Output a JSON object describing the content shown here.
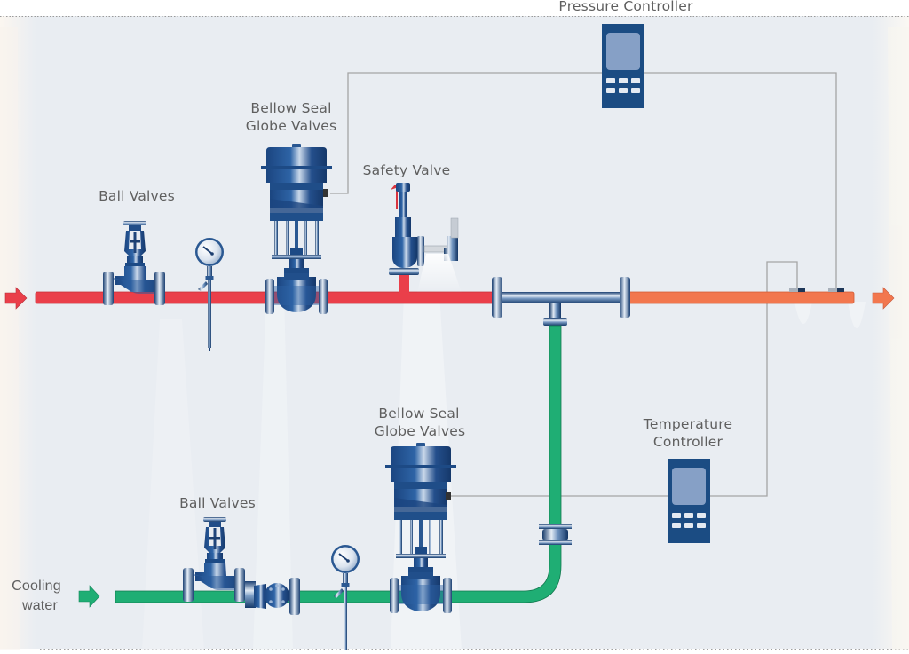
{
  "diagram": {
    "type": "process-flow",
    "title": "Heat exchange / pressure & temperature control loop",
    "colors": {
      "background": "#e9edf2",
      "hot_pipe": "#ea3f4a",
      "outlet_pipe": "#f2774e",
      "cooling_pipe": "#1fae74",
      "valve_body": "#1d4f8a",
      "controller_body": "#1b4c83",
      "controller_screen": "#86a0c6",
      "signal_line": "#a5a5a5",
      "label_text": "#5f5f5f"
    },
    "labels": {
      "pressure_controller": "Pressure Controller",
      "bellow_top_line1": "Bellow Seal",
      "bellow_top_line2": "Globe Valves",
      "safety_valve": "Safety Valve",
      "ball_valves_top": "Ball Valves",
      "temperature_line1": "Temperature",
      "temperature_line2": "Controller",
      "bellow_bottom_line1": "Bellow Seal",
      "bellow_bottom_line2": "Globe Valves",
      "ball_valves_bottom": "Ball Valves",
      "cooling_line1": "Cooling",
      "cooling_line2": "water"
    },
    "nodes": [
      {
        "id": "inlet-arrow-hot",
        "kind": "flow-arrow",
        "line": "hot"
      },
      {
        "id": "ball-valve-top",
        "kind": "ball-valve",
        "label": "Ball Valves",
        "line": "hot"
      },
      {
        "id": "pressure-gauge-top",
        "kind": "gauge",
        "line": "hot"
      },
      {
        "id": "bellow-valve-top",
        "kind": "bellow-seal-globe-valve",
        "label": "Bellow Seal Globe Valves",
        "line": "hot"
      },
      {
        "id": "safety-valve",
        "kind": "safety-valve",
        "label": "Safety Valve",
        "line": "hot"
      },
      {
        "id": "tee-junction",
        "kind": "tee",
        "line": "hot/cooling"
      },
      {
        "id": "pressure-sensor",
        "kind": "sensor",
        "line": "outlet"
      },
      {
        "id": "temperature-sensor",
        "kind": "sensor",
        "line": "outlet"
      },
      {
        "id": "outlet-arrow",
        "kind": "flow-arrow",
        "line": "outlet"
      },
      {
        "id": "pressure-controller",
        "kind": "controller",
        "label": "Pressure Controller"
      },
      {
        "id": "temperature-controller",
        "kind": "controller",
        "label": "Temperature Controller"
      },
      {
        "id": "inlet-arrow-cooling",
        "kind": "flow-arrow",
        "label": "Cooling water",
        "line": "cooling"
      },
      {
        "id": "ball-valve-bottom",
        "kind": "ball-valve",
        "label": "Ball Valves",
        "line": "cooling"
      },
      {
        "id": "strainer",
        "kind": "strainer",
        "line": "cooling"
      },
      {
        "id": "pressure-gauge-bottom",
        "kind": "gauge",
        "line": "cooling"
      },
      {
        "id": "bellow-valve-bottom",
        "kind": "bellow-seal-globe-valve",
        "label": "Bellow Seal Globe Valves",
        "line": "cooling"
      },
      {
        "id": "union-flange",
        "kind": "flange",
        "line": "cooling"
      }
    ],
    "edges": [
      {
        "from": "inlet-arrow-hot",
        "to": "tee-junction",
        "kind": "pipe",
        "medium": "hot"
      },
      {
        "from": "tee-junction",
        "to": "outlet-arrow",
        "kind": "pipe",
        "medium": "outlet"
      },
      {
        "from": "inlet-arrow-cooling",
        "to": "tee-junction",
        "kind": "pipe",
        "medium": "cooling"
      },
      {
        "from": "pressure-sensor",
        "to": "pressure-controller",
        "kind": "signal"
      },
      {
        "from": "pressure-controller",
        "to": "bellow-valve-top",
        "kind": "signal"
      },
      {
        "from": "temperature-sensor",
        "to": "temperature-controller",
        "kind": "signal"
      },
      {
        "from": "temperature-controller",
        "to": "bellow-valve-bottom",
        "kind": "signal"
      }
    ]
  }
}
